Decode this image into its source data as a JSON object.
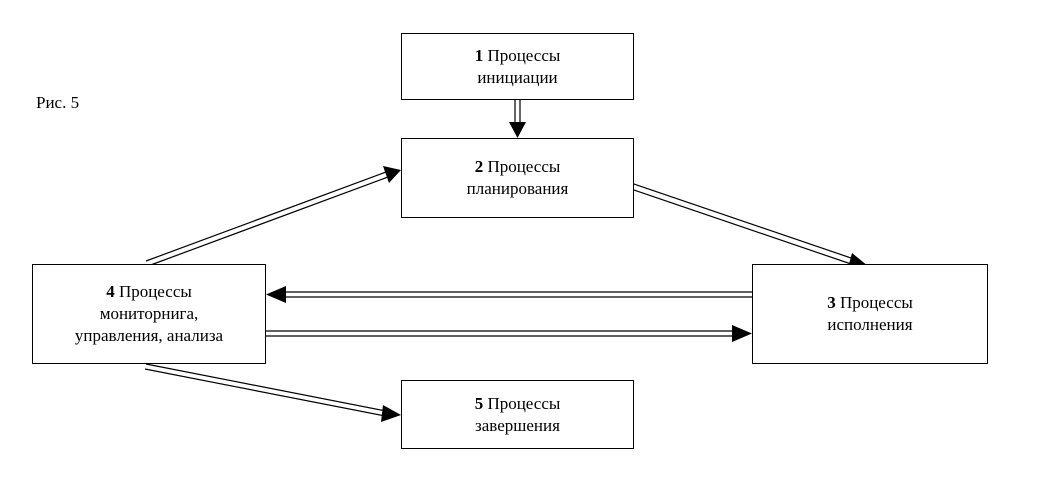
{
  "figure": {
    "label": "Рис. 5"
  },
  "nodes": {
    "n1": {
      "num": "1",
      "lines": [
        "Процессы",
        "инициации"
      ]
    },
    "n2": {
      "num": "2",
      "lines": [
        "Процессы",
        "планирования"
      ]
    },
    "n3": {
      "num": "3",
      "lines": [
        "Процессы",
        "исполнения"
      ]
    },
    "n4": {
      "num": "4",
      "lines": [
        "Процессы",
        "мониторнига,",
        "управления, анализа"
      ]
    },
    "n5": {
      "num": "5",
      "lines": [
        "Процессы",
        "завершения"
      ]
    }
  },
  "edges": [
    {
      "from": "1",
      "to": "2"
    },
    {
      "from": "2",
      "to": "3"
    },
    {
      "from": "3",
      "to": "4"
    },
    {
      "from": "4",
      "to": "3"
    },
    {
      "from": "4",
      "to": "2"
    },
    {
      "from": "4",
      "to": "5"
    }
  ],
  "colors": {
    "line": "#000000",
    "background": "#ffffff"
  }
}
